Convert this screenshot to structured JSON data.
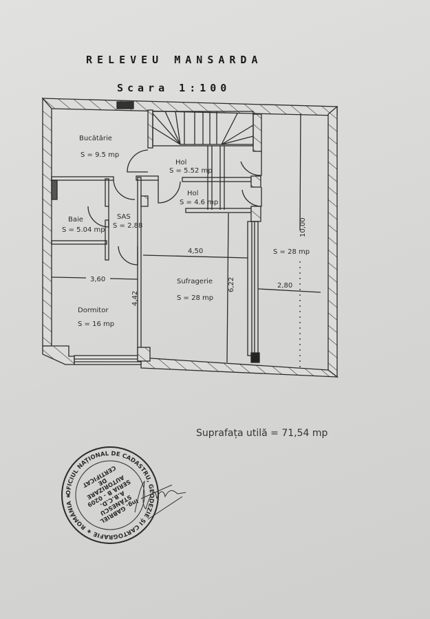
{
  "header": {
    "title": "RELEVEU MANSARDA",
    "scale": "Scara 1:100"
  },
  "rooms": [
    {
      "name": "Bucătărie",
      "area": "S = 9.5 mp"
    },
    {
      "name": "Hol",
      "area": "S = 5.52 mp"
    },
    {
      "name": "Hol",
      "area": "S = 4.6 mp"
    },
    {
      "name": "Baie",
      "area": "S = 5.04 mp"
    },
    {
      "name": "SAS",
      "area": "S = 2.88"
    },
    {
      "name": "Sufragerie",
      "area": "S = 28 mp"
    },
    {
      "name": "Dormitor",
      "area": "S = 16 mp"
    },
    {
      "name": "",
      "area": "S = 28 mp"
    }
  ],
  "dimensions": {
    "sufragerie_width": "4,50",
    "sufragerie_length": "6,22",
    "right_length": "10,00",
    "right_width": "2,80",
    "dormitor_width": "3,60",
    "dormitor_length": "4,42"
  },
  "total_area": "Suprafața utilă = 71,54 mp",
  "stamp": {
    "outer_text": "OFICIUL NAȚIONAL DE CADASTRU, GEODEZIE ȘI CARTOGRAFIE ★ ROMÂNIA ★",
    "lines": [
      "Ing. GABRIEL",
      "STĂNESCU",
      "A.B.C.D.",
      "SERIA B - 0209",
      "AUTORIZARE",
      "DE",
      "CERTIFICAT"
    ]
  }
}
